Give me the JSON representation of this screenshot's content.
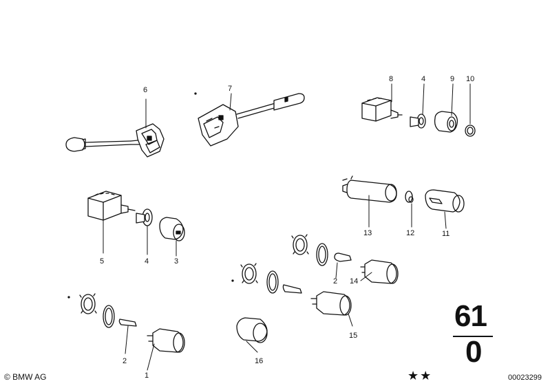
{
  "labels": {
    "l6": "6",
    "l7": "7",
    "l8": "8",
    "l4a": "4",
    "l9": "9",
    "l10": "10",
    "l13": "13",
    "l12": "12",
    "l11": "11",
    "l5": "5",
    "l4b": "4",
    "l3": "3",
    "l2a": "2",
    "l14": "14",
    "l15": "15",
    "l16": "16",
    "l2b": "2",
    "l1": "1"
  },
  "group": {
    "number": "61",
    "sub": "0"
  },
  "footer": {
    "copyright": "© BMW AG",
    "stars": "★★",
    "doc_number": "00023299"
  }
}
